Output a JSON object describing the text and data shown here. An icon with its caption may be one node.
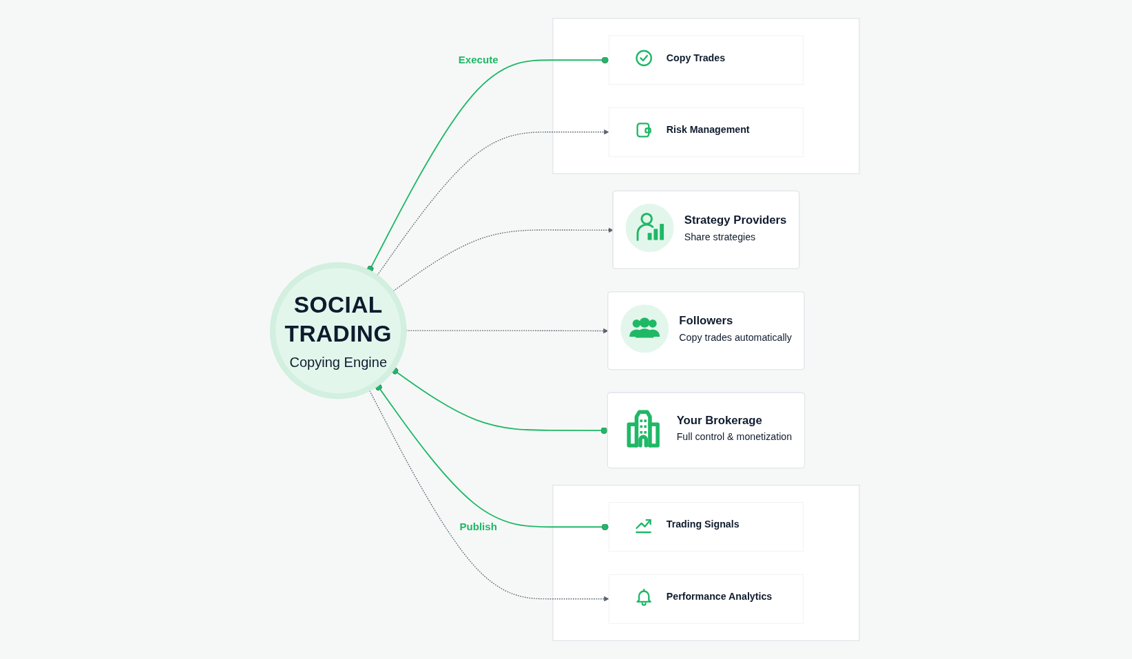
{
  "diagram": {
    "nodes": [
      {
        "text": [
          "Strategy Providers",
          "Share strategies"
        ]
      },
      {
        "text": [
          "Followers",
          "Copy trades automatically"
        ]
      },
      {
        "text": [
          "SOCIAL TRADING",
          "Copying Engine"
        ]
      },
      {
        "text": [],
        "shape": "box"
      },
      {
        "text": [
          "Trading Signals"
        ],
        "in": 3
      },
      {
        "text": [
          "Performance Analytics"
        ],
        "in": 3
      },
      {
        "text": [],
        "shape": "box"
      },
      {
        "text": [
          "Copy Trades"
        ],
        "in": 6
      },
      {
        "text": [
          "Risk Management"
        ],
        "in": 6
      },
      {
        "text": [
          "Your Brokerage",
          "Full control & monetization"
        ]
      }
    ],
    "edges": [
      {
        "from": 2,
        "to": 0,
        "arrow": "to",
        "style": "dashed"
      },
      {
        "from": 2,
        "to": 1,
        "arrow": "to",
        "style": "dashed"
      },
      {
        "from": 2,
        "to": 4,
        "arrow": "other",
        "label": "Publish",
        "color": "#1fb866"
      },
      {
        "from": 2,
        "to": 5,
        "arrow": "to",
        "style": "dashed"
      },
      {
        "from": 2,
        "to": 7,
        "arrow": "other",
        "label": "Execute",
        "color": "#1fb866"
      },
      {
        "from": 2,
        "to": 8,
        "arrow": "to",
        "style": "dashed"
      },
      {
        "from": 2,
        "to": 9,
        "arrow": "other",
        "color": "#1fb866"
      }
    ]
  }
}
